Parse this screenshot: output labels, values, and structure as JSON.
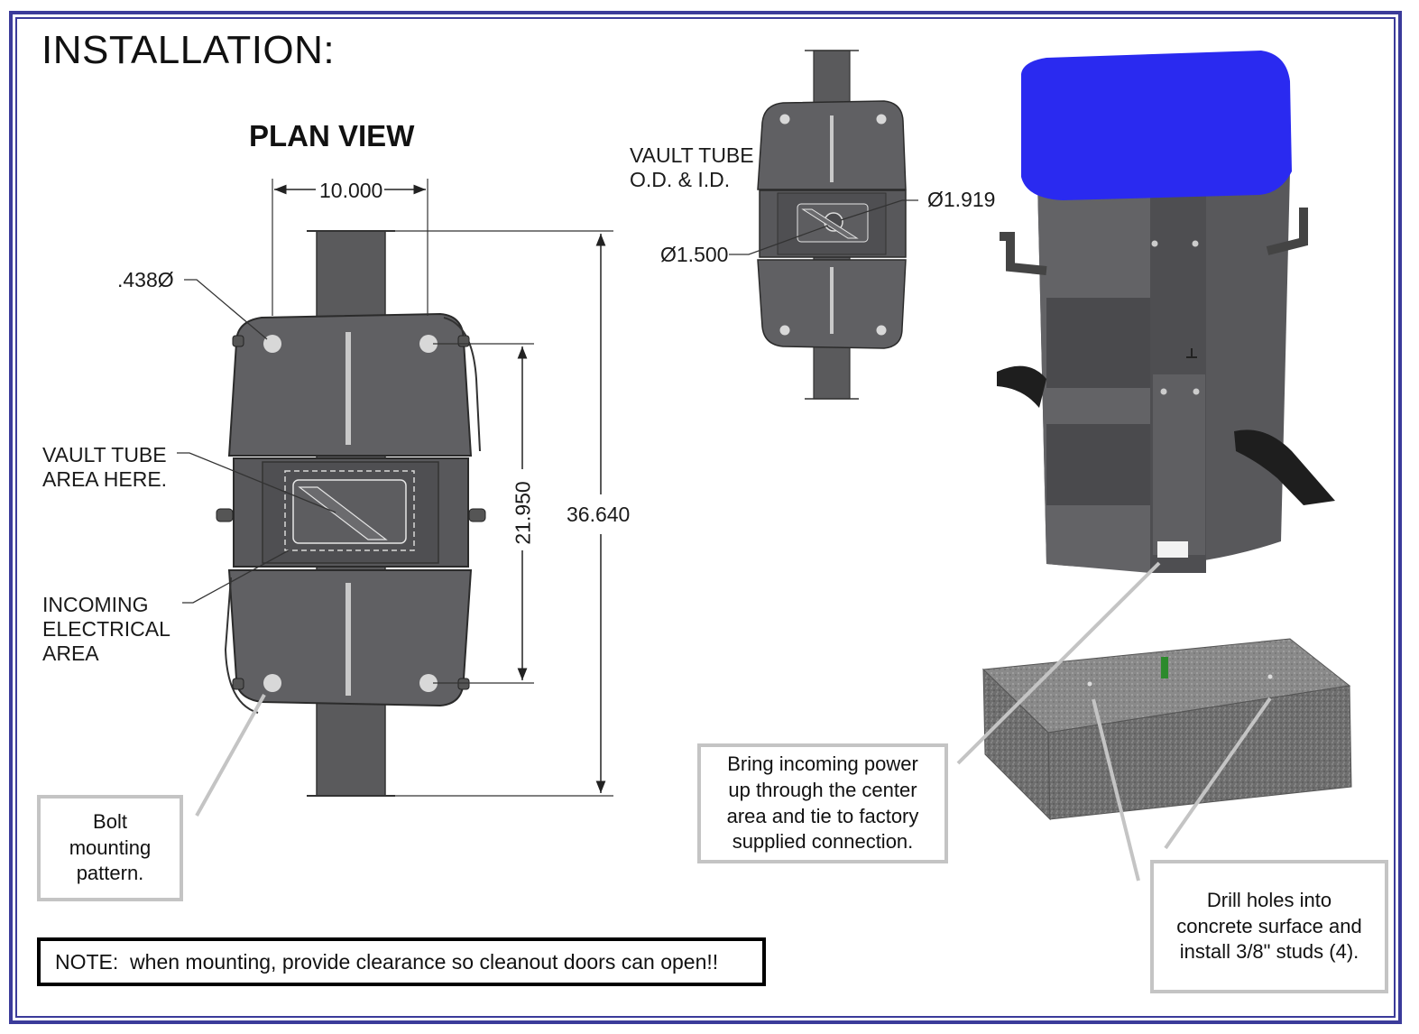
{
  "page": {
    "title": "INSTALLATION:",
    "plan_view_label": "PLAN VIEW"
  },
  "plan_view": {
    "dimensions": {
      "width": "10.000",
      "bolt_hole_dia": ".438Ø",
      "bolt_spacing": "21.950",
      "overall_length": "36.640"
    },
    "labels": {
      "vault_tube_area": "VAULT TUBE\nAREA HERE.",
      "incoming_electrical": "INCOMING\nELECTRICAL\nAREA"
    }
  },
  "detail_view": {
    "vault_tube_label": "VAULT TUBE\nO.D. & I.D.",
    "outer_dia": "Ø1.919",
    "inner_dia": "Ø1.500"
  },
  "callouts": {
    "bolt_pattern": "Bolt\nmounting\npattern.",
    "incoming_power": "Bring incoming power\nup through the center\narea and tie to factory\nsupplied connection.",
    "drill_holes": "Drill holes into\nconcrete surface and\ninstall 3/8\" studs (4)."
  },
  "note": "NOTE:  when mounting, provide clearance so cleanout doors can open!!",
  "colors": {
    "frame": "#3b3b9a",
    "unit_body": "#5c5c5e",
    "unit_top": "#2a2af0",
    "concrete": "#6a6a6a",
    "callout_border": "#c4c4c4"
  }
}
